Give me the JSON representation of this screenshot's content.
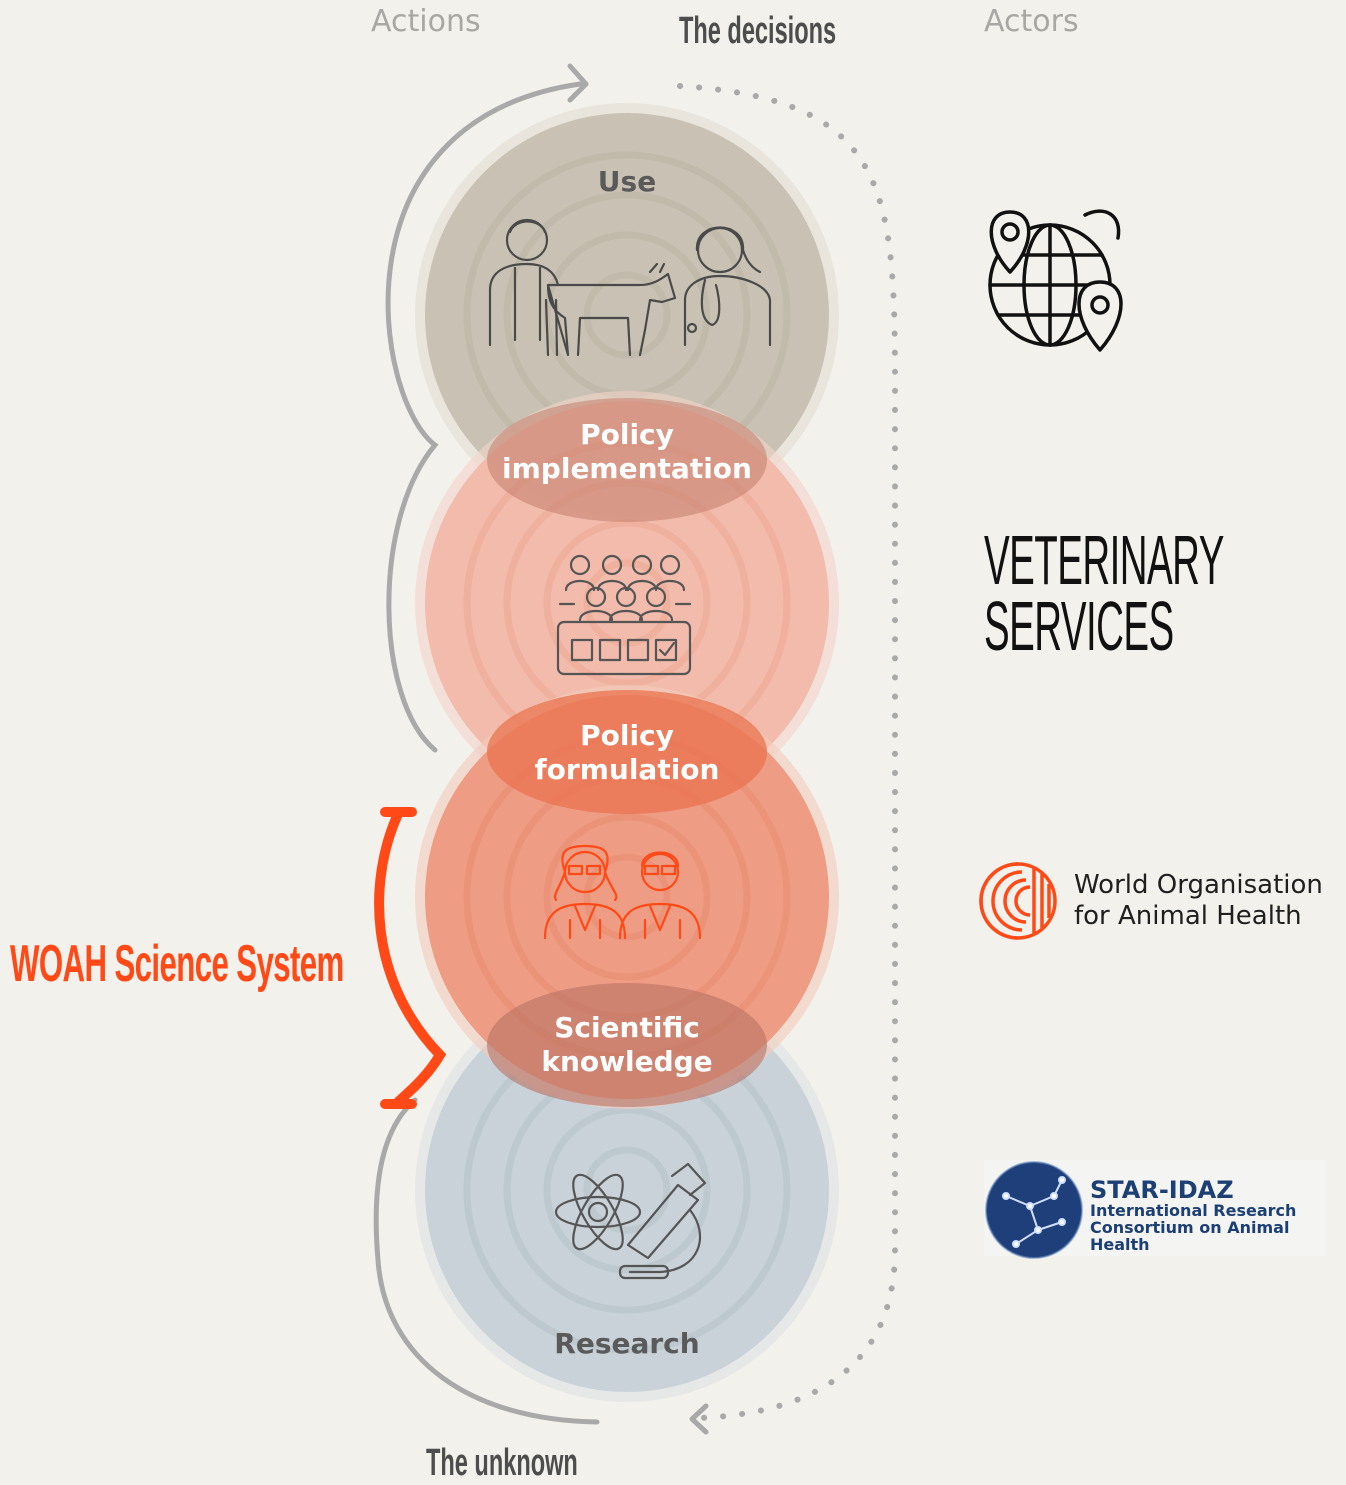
{
  "headers": {
    "actions": "Actions",
    "decisions": "The decisions",
    "actors": "Actors",
    "unknown": "The unknown"
  },
  "circles": {
    "use": "Use",
    "policy_implementation": [
      "Policy",
      "implementation"
    ],
    "policy_formulation": [
      "Policy",
      "formulation"
    ],
    "scientific_knowledge": [
      "Scientific",
      "knowledge"
    ],
    "research": "Research"
  },
  "bracket_label": "WOAH Science System",
  "actors": {
    "veterinary_services": [
      "VETERINARY",
      "SERVICES"
    ],
    "woah": [
      "World Organisation",
      "for Animal Health"
    ],
    "star_idaz_title": "STAR-IDAZ",
    "star_idaz_subtitle": [
      "International Research",
      "Consortium on Animal Health"
    ]
  },
  "colors": {
    "background": "#f3f1ec",
    "use_circle": "#c9c2b4",
    "implementation_circle": "#f2b7a6",
    "formulation_circle": "#ee8d72",
    "research_circle": "#c8d2d8",
    "accent_orange": "#ff4a17",
    "arrow_grey": "#a9a9a9"
  },
  "icons": [
    "vet-farmer-cow-icon",
    "committee-vote-icon",
    "scientists-icon",
    "atom-microscope-icon",
    "globe-location-icon",
    "woah-logo-icon",
    "star-idaz-logo-icon"
  ]
}
